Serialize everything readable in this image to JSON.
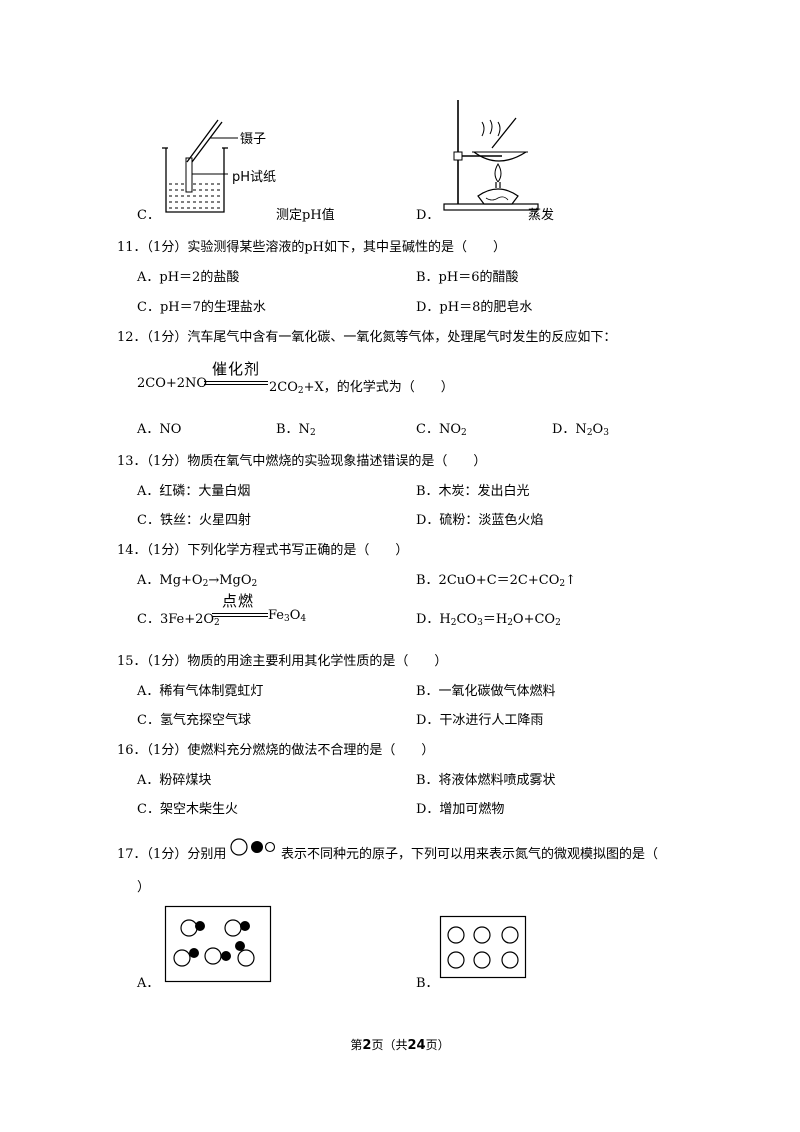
{
  "fig_c": {
    "letter": "C．",
    "caption": "测定pH值",
    "label_tweezers": "镊子",
    "label_paper": "pH试纸"
  },
  "fig_d": {
    "letter": "D．",
    "caption": "蒸发"
  },
  "q11": {
    "stem": "11．（1分）实验测得某些溶液的pH如下，其中呈碱性的是（　　）",
    "a": "A．pH＝2的盐酸",
    "b": "B．pH＝6的醋酸",
    "c": "C．pH＝7的生理盐水",
    "d": "D．pH＝8的肥皂水"
  },
  "q12": {
    "stem": "12．（1分）汽车尾气中含有一氧化碳、一氧化氮等气体，处理尾气时发生的反应如下：",
    "eq_left": "2CO+2NO",
    "catalyst": "催化剂",
    "eq_right_1": "2CO",
    "eq_right_sub": "2",
    "eq_right_2": "+X，的化学式为（　　）",
    "a": "A．NO",
    "b_1": "B．N",
    "b_sub": "2",
    "c_1": "C．NO",
    "c_sub": "2",
    "d_1": "D．N",
    "d_sub1": "2",
    "d_2": "O",
    "d_sub2": "3"
  },
  "q13": {
    "stem": "13．（1分）物质在氧气中燃烧的实验现象描述错误的是（　　）",
    "a": "A．红磷：大量白烟",
    "b": "B．木炭：发出白光",
    "c": "C．铁丝：火星四射",
    "d": "D．硫粉：淡蓝色火焰"
  },
  "q14": {
    "stem": "14．（1分）下列化学方程式书写正确的是（　　）",
    "a_1": "A．Mg+O",
    "a_sub1": "2",
    "a_2": "→MgO",
    "a_sub2": "2",
    "b_1": "B．2CuO+C＝2C+CO",
    "b_sub": "2",
    "b_arrow": "↑",
    "c_1": "C．3Fe+2O",
    "c_sub1": "2",
    "c_cond": "点燃",
    "c_2": "Fe",
    "c_sub2": "3",
    "c_3": "O",
    "c_sub3": "4",
    "d_1": "D．H",
    "d_sub1": "2",
    "d_2": "CO",
    "d_sub2": "3",
    "d_3": "＝H",
    "d_sub3": "2",
    "d_4": "O+CO",
    "d_sub4": "2"
  },
  "q15": {
    "stem": "15．（1分）物质的用途主要利用其化学性质的是（　　）",
    "a": "A．稀有气体制霓虹灯",
    "b": "B．一氧化碳做气体燃料",
    "c": "C．氢气充探空气球",
    "d": "D．干冰进行人工降雨"
  },
  "q16": {
    "stem": "16．（1分）使燃料充分燃烧的做法不合理的是（　　）",
    "a": "A．粉碎煤块",
    "b": "B．将液体燃料喷成雾状",
    "c": "C．架空木柴生火",
    "d": "D．增加可燃物"
  },
  "q17": {
    "stem_1": "17．（1分）分别用",
    "stem_2": "表示不同种元的原子，下列可以用来表示氮气的微观模拟图的是（",
    "stem_3": "）",
    "a": "A．",
    "b": "B．"
  },
  "footer": {
    "pre": "第",
    "page": "2",
    "mid": "页（共",
    "total": "24",
    "post": "页）"
  }
}
